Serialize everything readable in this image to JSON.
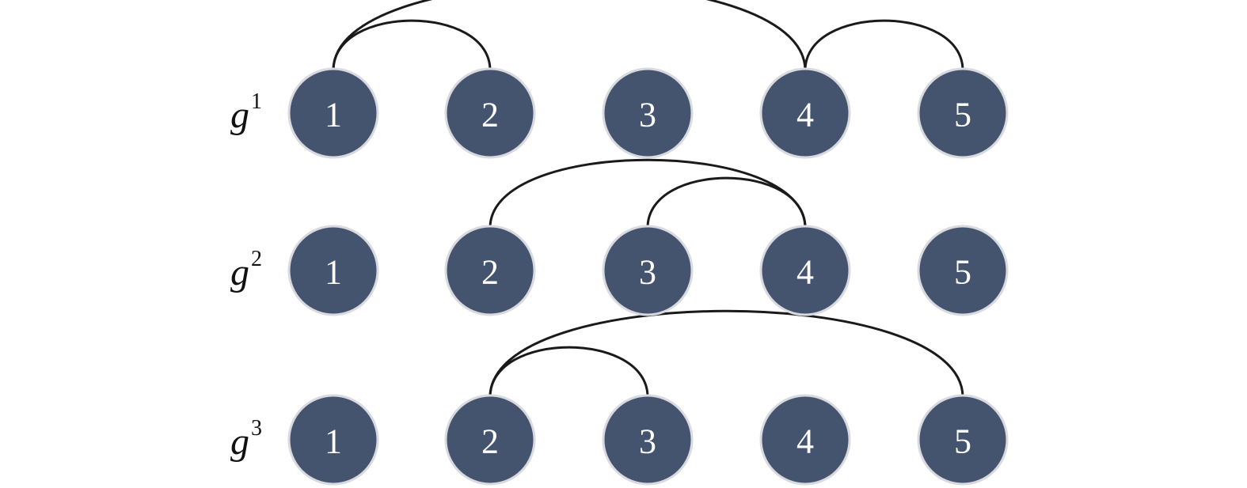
{
  "rows": [
    {
      "label": "g",
      "sup": "1",
      "nodes": [
        "1",
        "2",
        "3",
        "4",
        "5"
      ],
      "edges": [
        [
          1,
          2
        ],
        [
          1,
          4
        ],
        [
          4,
          5
        ]
      ]
    },
    {
      "label": "g",
      "sup": "2",
      "nodes": [
        "1",
        "2",
        "3",
        "4",
        "5"
      ],
      "edges": [
        [
          2,
          4
        ],
        [
          3,
          4
        ]
      ]
    },
    {
      "label": "g",
      "sup": "3",
      "nodes": [
        "1",
        "2",
        "3",
        "4",
        "5"
      ],
      "edges": [
        [
          2,
          3
        ],
        [
          2,
          5
        ]
      ]
    }
  ],
  "colors": {
    "node_fill": "#44536e",
    "node_stroke": "#d9d9e0",
    "edge": "#1a1a1a",
    "node_text": "#ffffff"
  }
}
